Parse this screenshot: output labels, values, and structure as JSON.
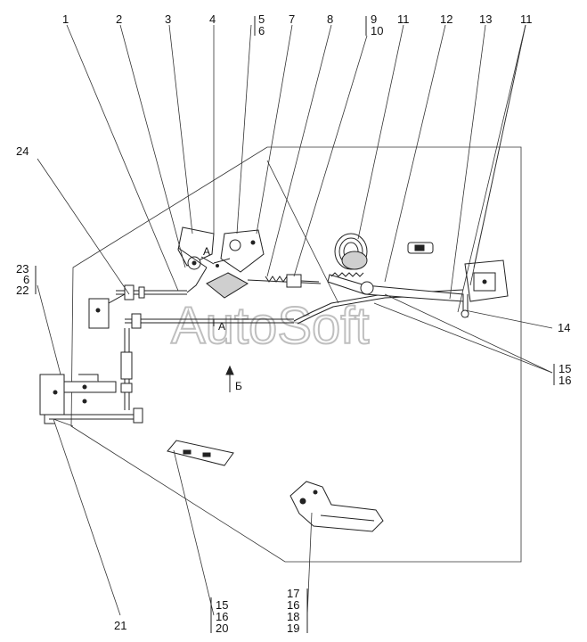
{
  "callouts": {
    "c1": "1",
    "c2": "2",
    "c3": "3",
    "c4": "4",
    "c5": "5",
    "c6": "6",
    "c7": "7",
    "c8": "8",
    "c9": "9",
    "c10": "10",
    "c11a": "11",
    "c12": "12",
    "c13": "13",
    "c11b": "11",
    "c24": "24",
    "c23": "23",
    "c6b": "6",
    "c22": "22",
    "c14": "14",
    "c15a": "15",
    "c16a": "16",
    "c15b": "15",
    "c16b": "16",
    "c20": "20",
    "c17": "17",
    "c16c": "16",
    "c18": "18",
    "c19": "19",
    "c21": "21"
  },
  "markers": {
    "view_a_top": "A",
    "view_a_bottom": "A",
    "view_b": "Б"
  },
  "watermark": "AutoSoft"
}
